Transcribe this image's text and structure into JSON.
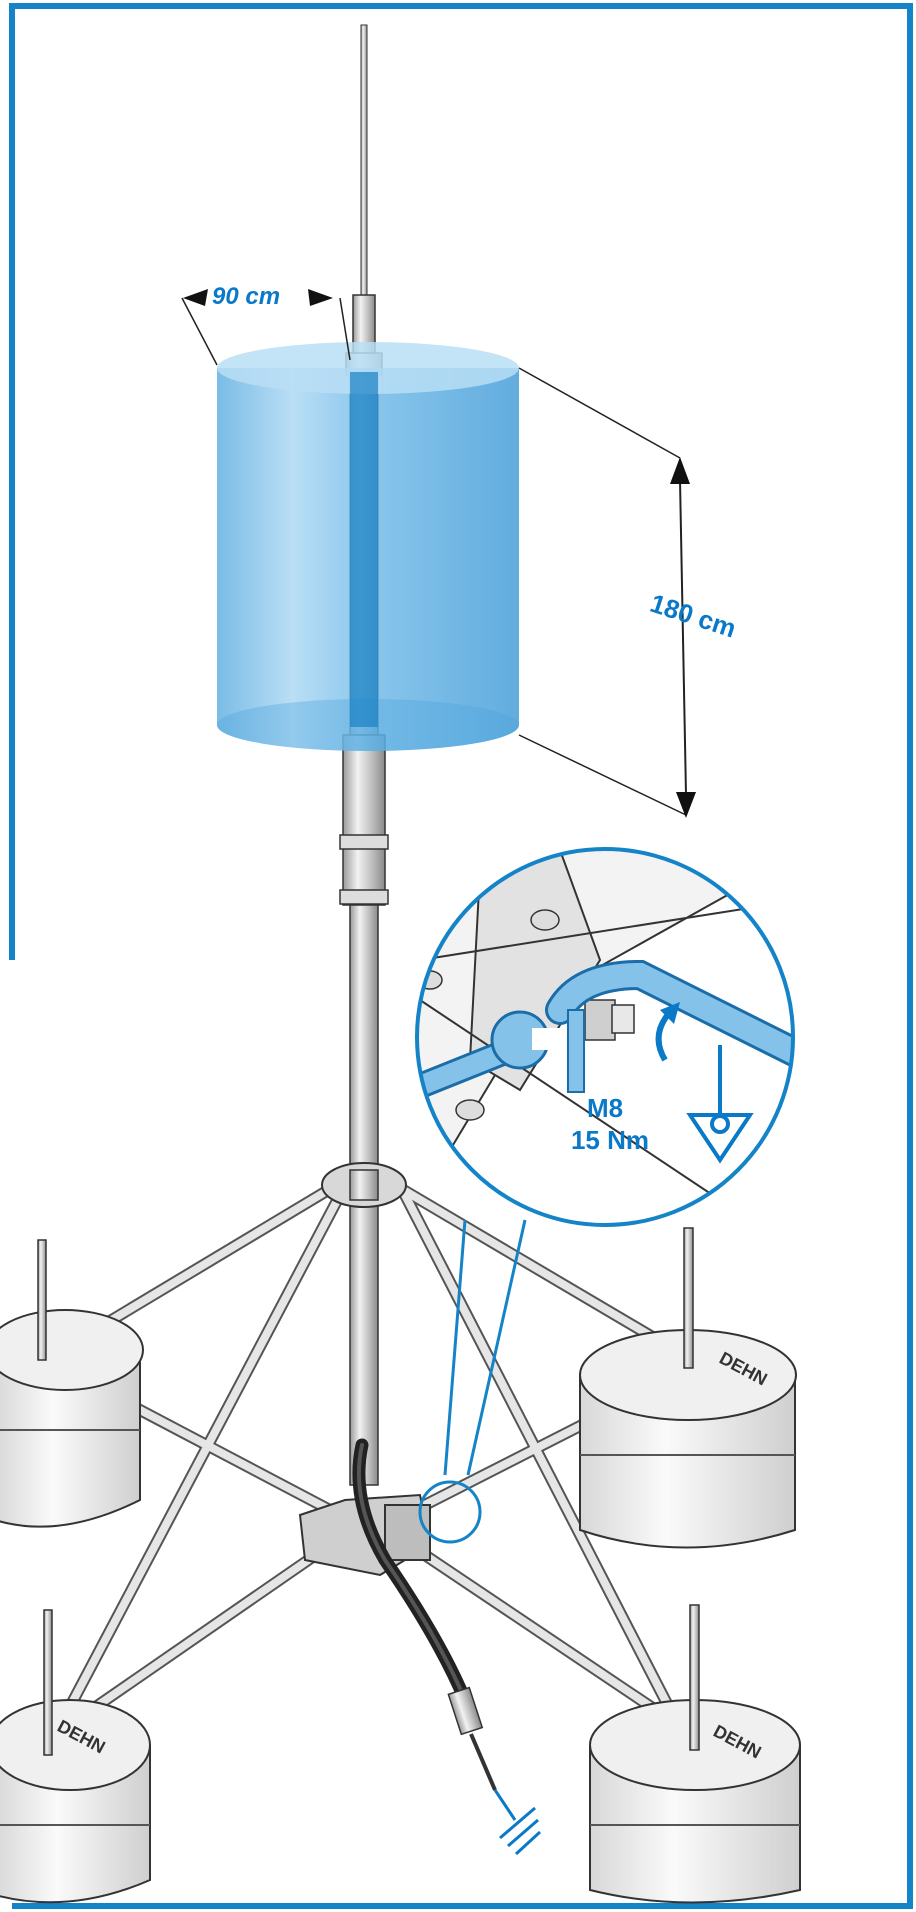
{
  "dimensions": {
    "diameter": "90 cm",
    "height": "180 cm"
  },
  "detail": {
    "bolt": "M8",
    "torque": "15 Nm"
  },
  "bases": {
    "brand": "DEHN"
  },
  "colors": {
    "frame": "#1583c8",
    "accent_blue": "#0a7ac8",
    "cylinder": "#5fb1e3",
    "metal": "#c9c9c9",
    "outline": "#2b2b2b"
  },
  "icons": [
    "earth-ground-icon",
    "torque-arrow-icon",
    "wrench-icon"
  ]
}
